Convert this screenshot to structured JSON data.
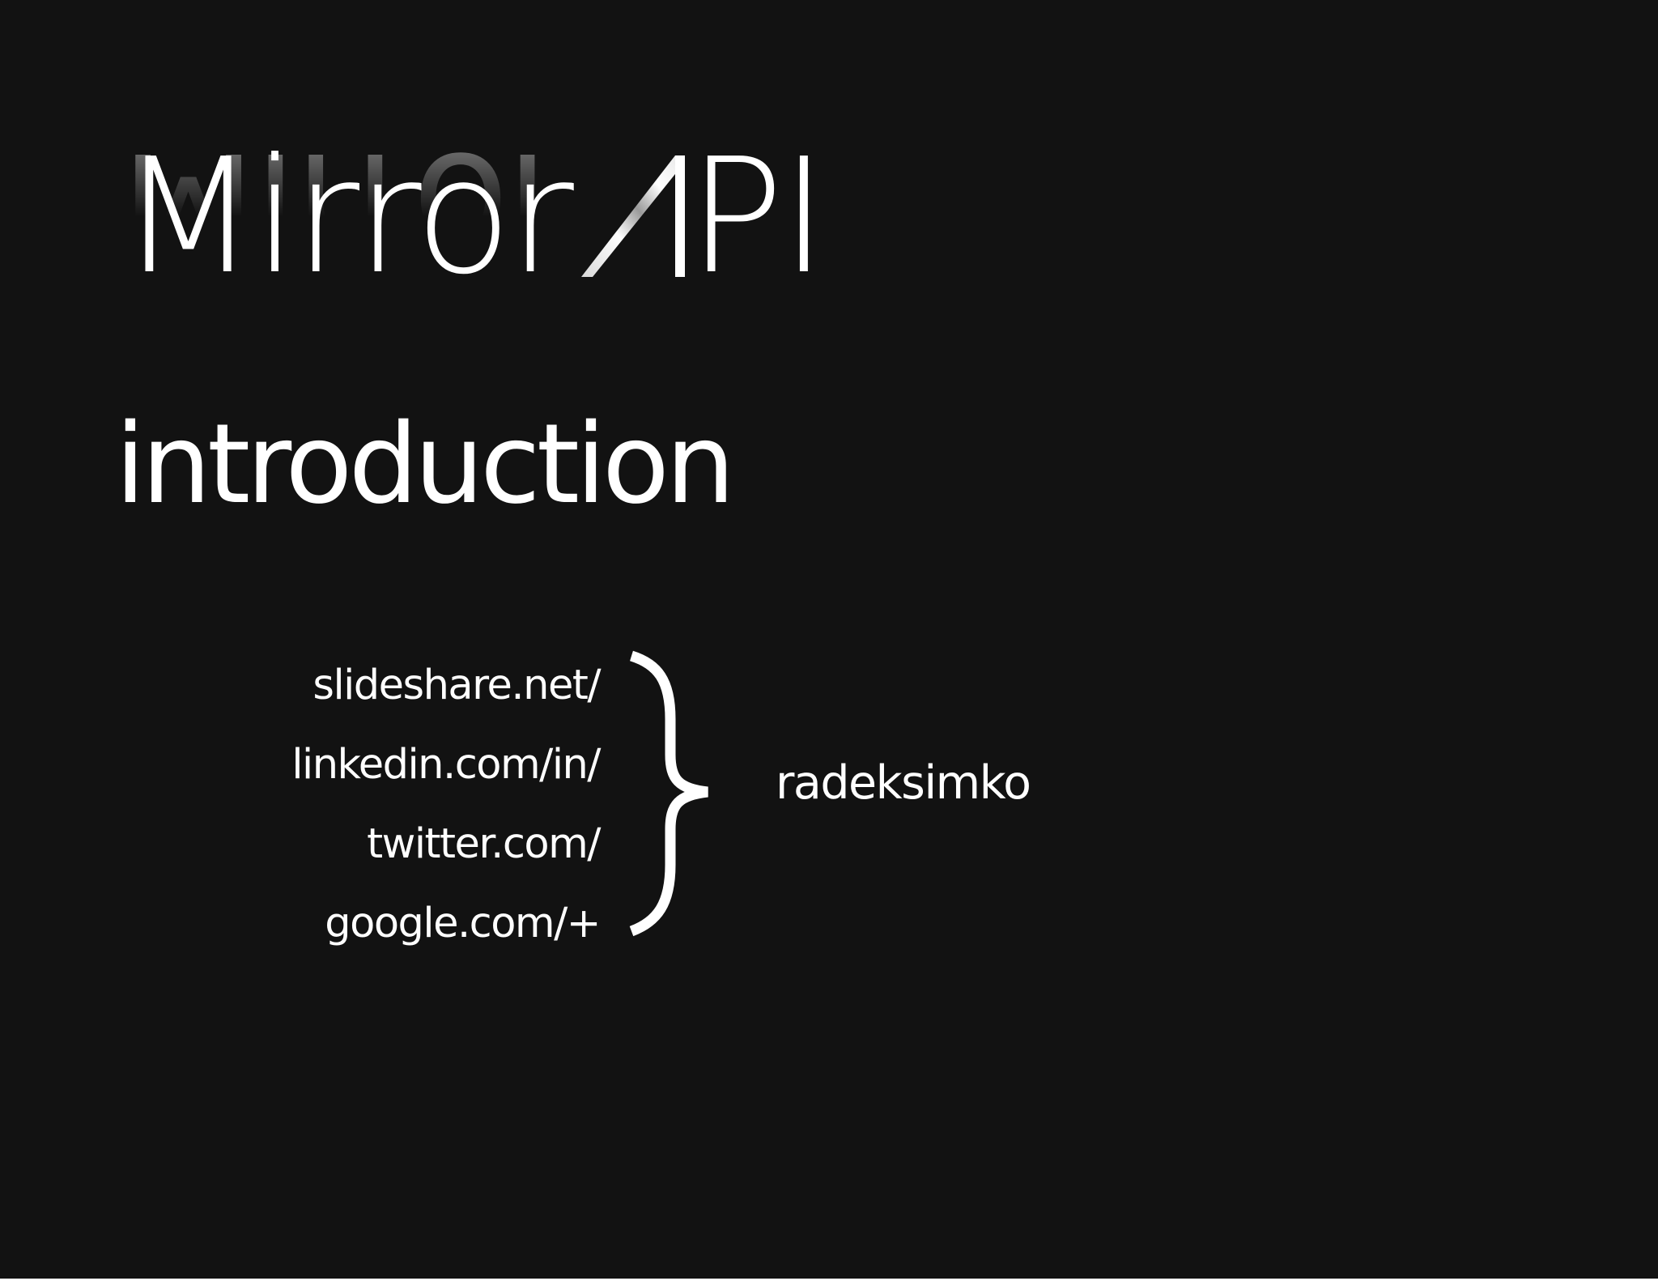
{
  "slide": {
    "title_main": "Mirror",
    "title_api": "PI",
    "subtitle": "introduction",
    "links": [
      "slideshare.net/",
      "linkedin.com/in/",
      "twitter.com/",
      "google.com/+"
    ],
    "username": "radeksimko",
    "brace_icon": "right-curly-brace-icon",
    "api_mark_icon": "slanted-a-stroke-icon",
    "colors": {
      "background": "#121212",
      "text": "#ffffff"
    }
  }
}
